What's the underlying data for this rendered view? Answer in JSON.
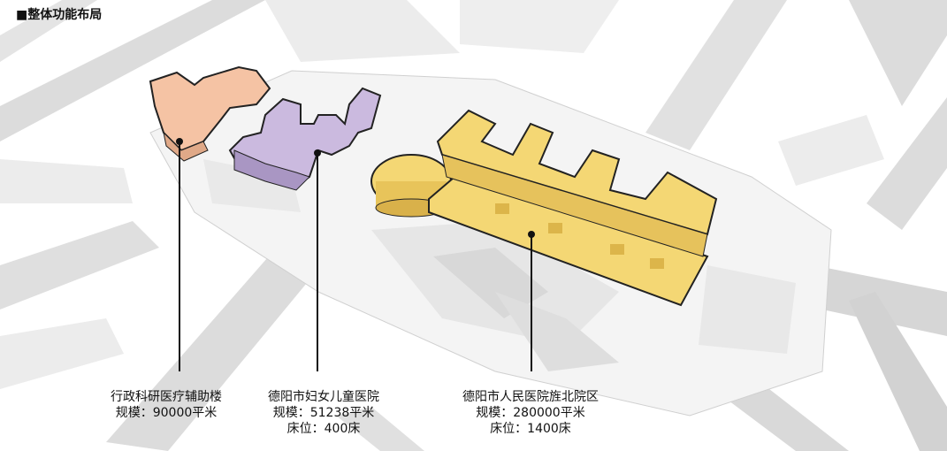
{
  "title": "■整体功能布局",
  "buildings": [
    {
      "name": "行政科研医疗辅助楼",
      "scale": "规模：90000平米",
      "beds": "",
      "color": "#f5c3a4"
    },
    {
      "name": "德阳市妇女儿童医院",
      "scale": "规模：51238平米",
      "beds": "床位：400床",
      "color": "#c9b8dc"
    },
    {
      "name": "德阳市人民医院旌北院区",
      "scale": "规模：280000平米",
      "beds": "床位：1400床",
      "color": "#f4d774"
    }
  ],
  "colors": {
    "road": "#d9d9d9",
    "site": "#f2f2f2",
    "outline": "#222222",
    "leader": "#111111"
  }
}
